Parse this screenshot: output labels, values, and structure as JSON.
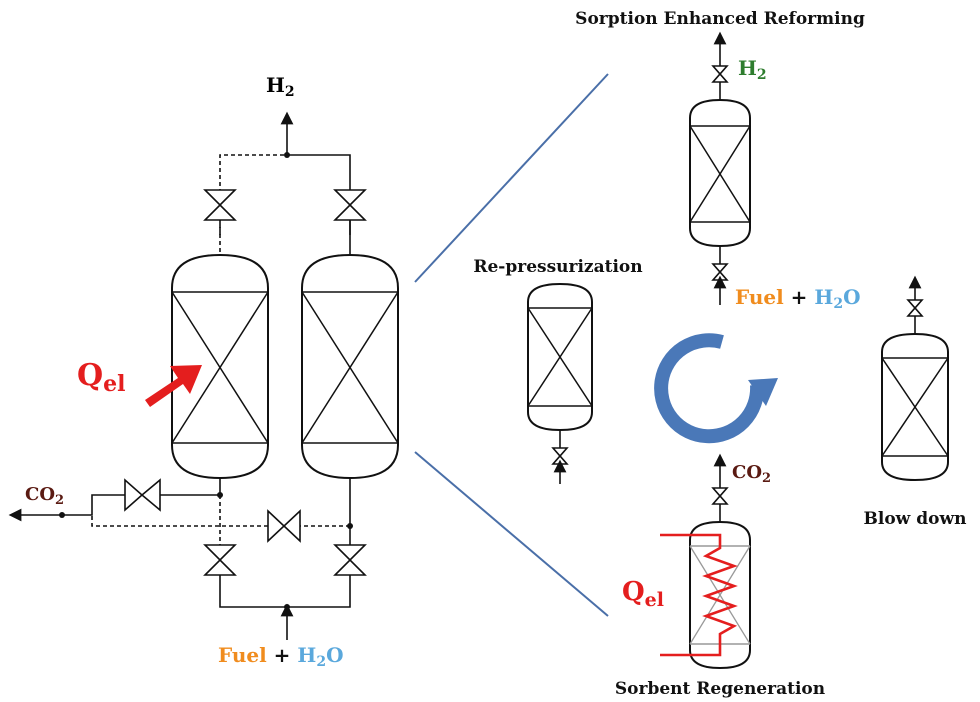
{
  "labels": {
    "h2": "H",
    "h2_sub": "2",
    "co2": "CO",
    "co2_sub": "2",
    "fuel": "Fuel",
    "plus": " + ",
    "h2o_h": "H",
    "h2o_sub": "2",
    "h2o_o": "O",
    "q": "Q",
    "q_sub": "el"
  },
  "stages": {
    "sorption_enhanced_reforming": "Sorption Enhanced Reforming",
    "re_pressurization": "Re-pressurization",
    "blow_down": "Blow down",
    "sorbent_regeneration": "Sorbent Regeneration"
  },
  "colors": {
    "h2": "#2e7d2e",
    "co2": "#5a1a12",
    "fuel": "#f08c1e",
    "h2o": "#5aa8dc",
    "heat": "#e41e1e",
    "cycle": "#4a78b8",
    "connector": "#4a6fa8"
  }
}
